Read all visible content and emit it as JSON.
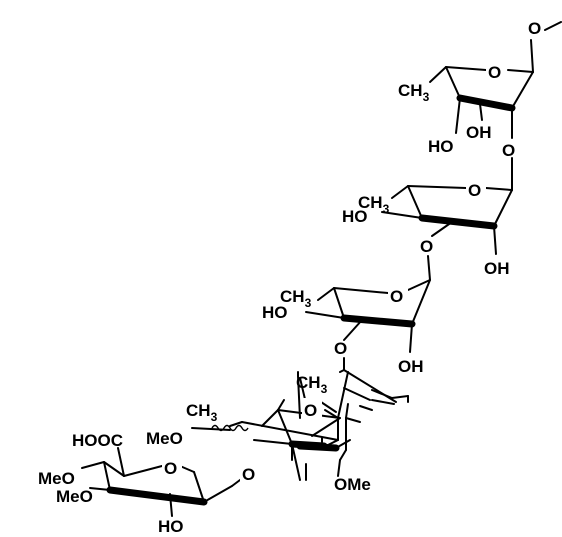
{
  "labels": {
    "o_top_methyl": "O",
    "ch3_1": "CH",
    "ch3_1_sub": "3",
    "o_ring_1": "O",
    "oh_1a": "OH",
    "ho_1": "HO",
    "o_link_1": "O",
    "ch3_2": "CH",
    "ch3_2_sub": "3",
    "o_ring_2": "O",
    "ho_2": "HO",
    "o_link_2": "O",
    "oh_2": "OH",
    "ch3_3": "CH",
    "ch3_3_sub": "3",
    "o_ring_3": "O",
    "ho_3": "HO",
    "o_link_3": "O",
    "oh_3": "OH",
    "ch3_4a": "CH",
    "ch3_4a_sub": "3",
    "ch3_4b": "CH",
    "ch3_4b_sub": "3",
    "o_ring_4": "O",
    "meo_4": "MeO",
    "ome_4": "OMe",
    "o_link_4": "O",
    "hooc": "HOOC",
    "o_ring_5": "O",
    "meo_5a": "MeO",
    "meo_5b": "MeO",
    "ho_5": "HO"
  }
}
